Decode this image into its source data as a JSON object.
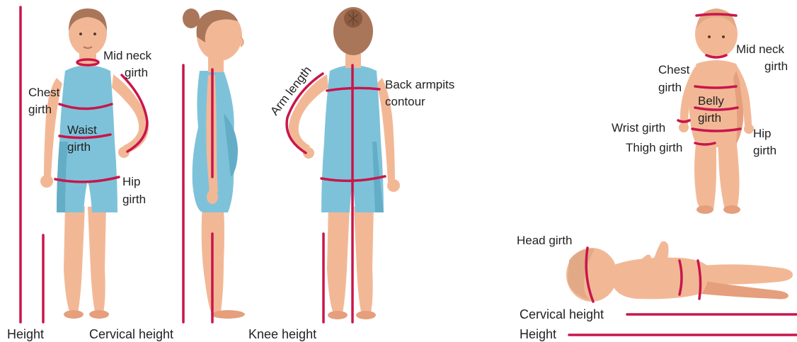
{
  "colors": {
    "measure_line": "#c8164b",
    "skin": "#f2b896",
    "skin_shade": "#e59f7c",
    "hair": "#a9765a",
    "swimsuit": "#7ec2da",
    "swimsuit_shade": "#64adc7",
    "text": "#222222"
  },
  "child_front": {
    "mid_neck_girth": [
      "Mid neck",
      "girth"
    ],
    "chest_girth": [
      "Chest",
      "girth"
    ],
    "waist_girth": [
      "Waist",
      "girth"
    ],
    "hip_girth": [
      "Hip",
      "girth"
    ]
  },
  "child_back": {
    "arm_length": "Arm length",
    "back_armpits_contour": [
      "Back armpits",
      "contour"
    ]
  },
  "bottom_labels": {
    "height": "Height",
    "cervical_height": "Cervical height",
    "knee_height": "Knee height"
  },
  "baby_standing": {
    "mid_neck_girth": [
      "Mid neck",
      "girth"
    ],
    "chest_girth": [
      "Chest",
      "girth"
    ],
    "belly_girth": [
      "Belly",
      "girth"
    ],
    "wrist_girth": "Wrist girth",
    "thigh_girth": "Thigh girth",
    "hip_girth": [
      "Hip",
      "girth"
    ]
  },
  "baby_lying": {
    "head_girth": "Head girth",
    "cervical_height": "Cervical height",
    "height": "Height"
  }
}
